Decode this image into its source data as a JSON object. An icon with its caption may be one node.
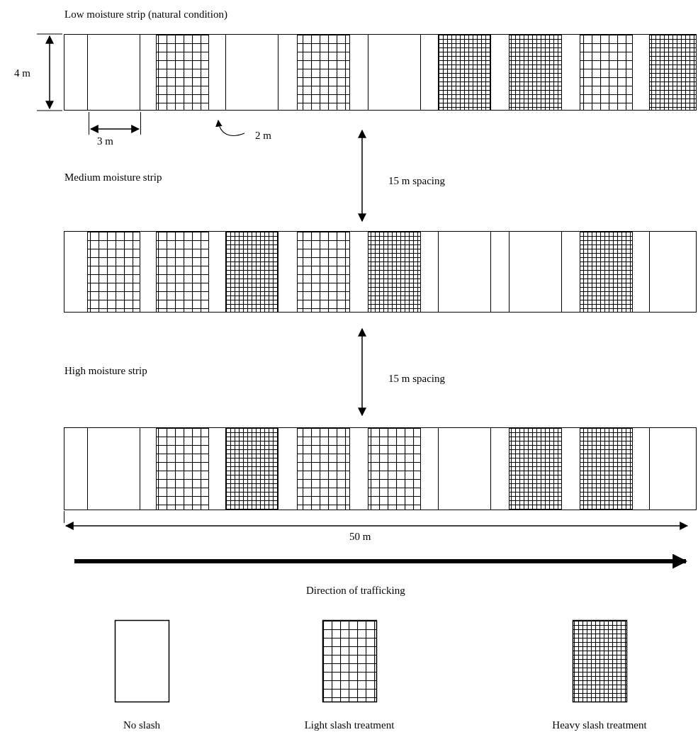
{
  "diagram": {
    "nodes": [
      {
        "text": [
          "Low moisture strip (natural condition)"
        ]
      },
      {
        "text": [
          "Medium moisture strip"
        ]
      },
      {
        "text": [
          "High moisture strip"
        ]
      }
    ],
    "labels": [
      "4 m",
      "3 m",
      "2 m",
      "15 m spacing",
      "15 m spacing",
      "50 m",
      "Direction of trafficking"
    ],
    "legend": [
      {
        "text": "No slash"
      },
      {
        "text": "Light slash treatment"
      },
      {
        "text": "Heavy slash treatment"
      }
    ]
  }
}
